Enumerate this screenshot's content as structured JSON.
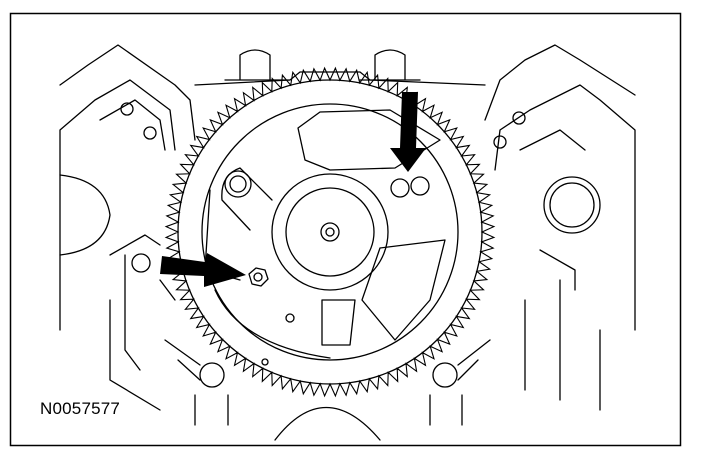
{
  "figure": {
    "id_label": "N0057577",
    "colors": {
      "line": "#000000",
      "background": "#ffffff"
    },
    "elements": {
      "gear": {
        "teeth": 96
      },
      "arrows": [
        "upper-arrow-right-bolt",
        "left-arrow-hex-bolt"
      ]
    }
  }
}
